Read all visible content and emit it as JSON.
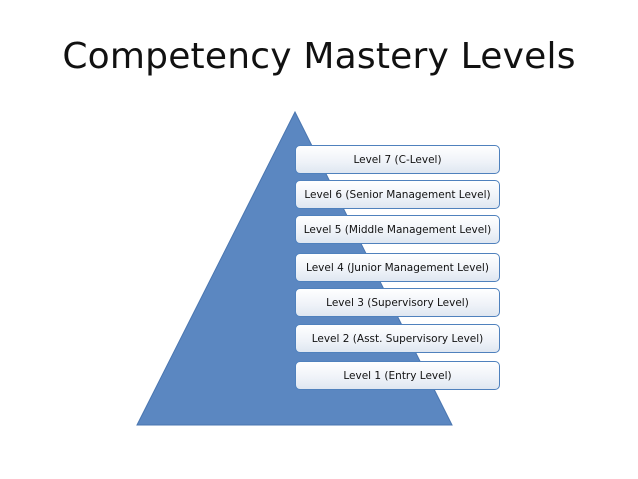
{
  "slide": {
    "title": "Competency Mastery Levels"
  },
  "colors": {
    "pyramid_fill": "#5b87c1",
    "pyramid_stroke": "#4a76b0",
    "box_border": "#4f81bd"
  },
  "levels": [
    {
      "label": "Level 7 (C-Level)"
    },
    {
      "label": "Level 6 (Senior Management Level)"
    },
    {
      "label": "Level 5 (Middle Management Level)"
    },
    {
      "label": "Level 4 (Junior Management Level)"
    },
    {
      "label": "Level 3 (Supervisory Level)"
    },
    {
      "label": "Level 2 (Asst. Supervisory Level)"
    },
    {
      "label": "Level 1 (Entry Level)"
    }
  ]
}
